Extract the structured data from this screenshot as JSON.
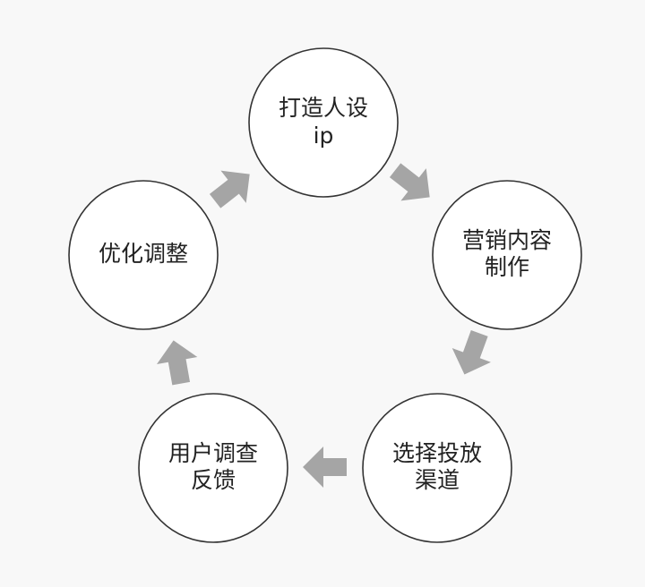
{
  "nodes": [
    {
      "id": "build-persona-ip",
      "lines": [
        "打造人设",
        "ip"
      ]
    },
    {
      "id": "content-production",
      "lines": [
        "营销内容",
        "制作"
      ]
    },
    {
      "id": "choose-channels",
      "lines": [
        "选择投放",
        "渠道"
      ]
    },
    {
      "id": "user-survey-feedback",
      "lines": [
        "用户调查",
        "反馈"
      ]
    },
    {
      "id": "optimize-adjust",
      "lines": [
        "优化调整"
      ]
    }
  ],
  "arrow_color": "#a5a5a5",
  "circle_stroke": "#333333"
}
